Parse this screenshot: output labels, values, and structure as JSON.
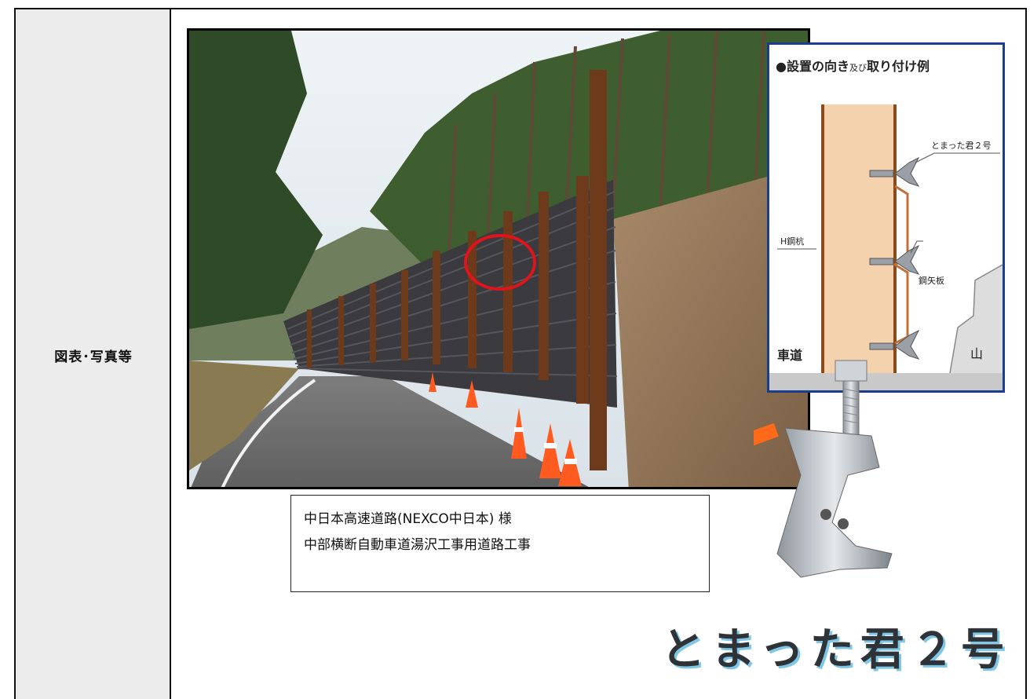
{
  "table": {
    "row_label": "図表･写真等"
  },
  "caption": {
    "line1": "中日本高速道路(NEXCO中日本) 様",
    "line2": "中部横断自動車道湯沢工事用道路工事"
  },
  "inset": {
    "title_main_1": "●設置の向き",
    "title_small": "及び",
    "title_main_2": "取り付け例",
    "label_product": "とまった君２号",
    "label_h_pile": "H鋼杭",
    "label_sheet_pile": "鋼矢板",
    "label_road": "車道",
    "label_mountain": "山"
  },
  "brand": {
    "product_name": "とまった君２号"
  },
  "colors": {
    "inset_border": "#1c3c8c",
    "highlight_circle": "#e0141b",
    "brand_shadow": "#7fc7e6"
  }
}
